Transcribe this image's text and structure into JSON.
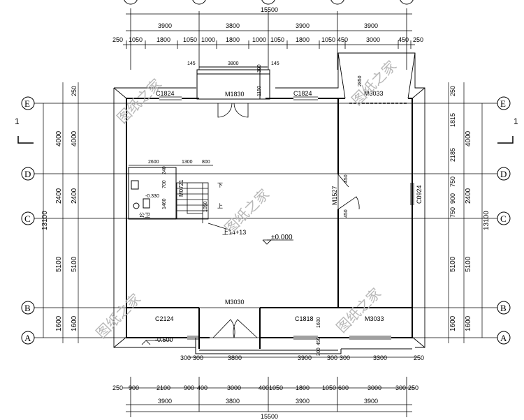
{
  "title": "",
  "top_dims": {
    "overall": "15500",
    "bays": [
      "3900",
      "3800",
      "3900",
      "3900"
    ],
    "detail": [
      "250",
      "1050",
      "1800",
      "1050",
      "1000",
      "1800",
      "1000",
      "1050",
      "1800",
      "1050",
      "450",
      "3000",
      "450",
      "250"
    ]
  },
  "bottom_dims": {
    "overall": "15500",
    "bays": [
      "3900",
      "3800",
      "3900",
      "3900"
    ],
    "detail": [
      "250",
      "900",
      "2100",
      "900",
      "400",
      "3000",
      "400",
      "1050",
      "1800",
      "1050",
      "600",
      "3000",
      "300",
      "250"
    ],
    "porch": [
      "300",
      "300",
      "3800",
      "3900",
      "300",
      "300",
      "3300",
      "250"
    ]
  },
  "side_dims": {
    "left_outer": "13100",
    "left_inner": [
      "4000",
      "2400",
      "5100",
      "1600"
    ],
    "left_inner2": [
      "4000",
      "2400",
      "5100",
      "1600"
    ],
    "left_top": "250",
    "right_outer": "13100",
    "right_inner": [
      "4000",
      "2400",
      "5100",
      "1600"
    ],
    "right_detail": [
      "250",
      "1815",
      "2185",
      "750",
      "900",
      "750",
      "5100",
      "1600"
    ]
  },
  "axes_rows": [
    "E",
    "D",
    "C",
    "B",
    "A"
  ],
  "section_mark": "1",
  "labels": {
    "c1824_left": "C1824",
    "m1830": "M1830",
    "c1824_right": "C1824",
    "m3033_top": "M3033",
    "dim_145a": "145",
    "dim_3800": "3800",
    "dim_145b": "145",
    "dim_300": "300",
    "dim_1150": "1150",
    "dim_2850": "2850",
    "dim_2600": "2600",
    "dim_1300": "1300",
    "dim_800": "800",
    "dim_240": "240",
    "dim_700": "700",
    "dim_1460": "1460",
    "dim_1050s": "1050",
    "m0721": "M0721",
    "wc_level": "-0.330",
    "wc_name": "公卫",
    "stair_down": "下",
    "stair_up": "上",
    "stair_steps": "上14+13",
    "level_main": "±0.000",
    "m1527": "M1527",
    "dim_450a": "450",
    "dim_450b": "450",
    "c0924": "C0924",
    "m3030": "M3030",
    "c2124": "C2124",
    "c1818": "C1818",
    "m3033_bottom": "M3033",
    "level_out": "-0.500",
    "dim_1600": "1600",
    "dim_300b": "300",
    "dim_450c": "450"
  },
  "watermark": "图纸之家",
  "colors": {
    "line": "#000000",
    "watermark": "#b8b8b8"
  }
}
